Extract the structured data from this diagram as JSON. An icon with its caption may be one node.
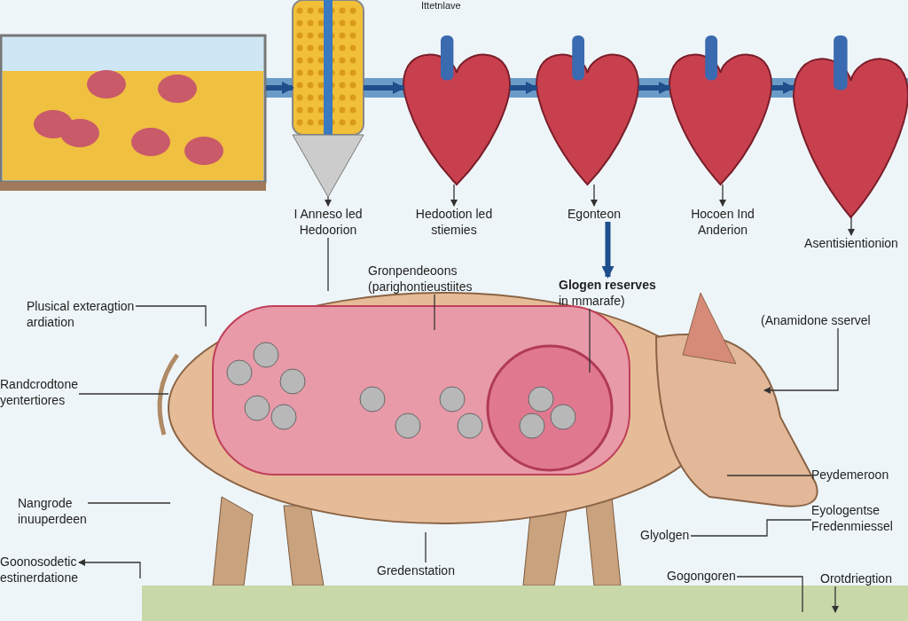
{
  "diagram": {
    "nodes": [
      {
        "text": [],
        "shape": "picture"
      },
      {
        "text": [],
        "shape": "picture"
      },
      {
        "text": [],
        "shape": "picture"
      },
      {
        "text": [],
        "shape": "picture"
      },
      {
        "text": [],
        "shape": "picture"
      },
      {
        "text": [],
        "shape": "picture"
      },
      {
        "text": [
          "I Anneso led Hedoorion"
        ]
      },
      {
        "text": [
          "Hedootion led stiemies"
        ]
      },
      {
        "text": [
          "Egonteon"
        ]
      },
      {
        "text": [
          "Hocoen Ind Anderion"
        ]
      },
      {
        "text": [
          "Asentisientionion"
        ]
      },
      {
        "text": [
          "Gronpendeoons (parighontieustiites"
        ]
      },
      {
        "text": [
          "**Glogen reserves** in mmarafe)"
        ]
      },
      {
        "text": [
          "Plusical exteragtion ardiation"
        ]
      },
      {
        "text": [
          "Randcrodtone yentertiores"
        ]
      },
      {
        "text": [
          "(Anamidone sservel"
        ]
      },
      {
        "text": [
          "Peydemeroon"
        ]
      },
      {
        "text": [
          "Eyologentse Fredenmiessel"
        ]
      },
      {
        "text": [
          "Glyolgen"
        ]
      },
      {
        "text": [
          "Nangrode inuuperdeen"
        ]
      },
      {
        "text": [
          "Goonosodetic estinerdatione"
        ]
      },
      {
        "text": [
          "Gredenstation"
        ]
      },
      {
        "text": [
          "Gogongoren"
        ]
      },
      {
        "text": [
          "Orotdriegtion"
        ]
      }
    ],
    "edges": [
      {
        "from": 0,
        "to": 1,
        "arrow": "to",
        "style": "thick",
        "color": "#1f4e8c"
      },
      {
        "from": 1,
        "to": 2,
        "arrow": "to",
        "style": "thick",
        "color": "#1f4e8c"
      },
      {
        "from": 2,
        "to": 3,
        "arrow": "to",
        "style": "thick",
        "color": "#1f4e8c"
      },
      {
        "from": 3,
        "to": 4,
        "arrow": "to",
        "style": "thick",
        "color": "#1f4e8c"
      },
      {
        "from": 4,
        "to": 5,
        "arrow": "to",
        "style": "thick",
        "color": "#1f4e8c"
      },
      {
        "from": 1,
        "to": 6,
        "arrow": "to"
      },
      {
        "from": 2,
        "to": 7,
        "arrow": "to"
      },
      {
        "from": 3,
        "to": 8,
        "arrow": "to"
      },
      {
        "from": 4,
        "to": 9,
        "arrow": "to"
      },
      {
        "from": 5,
        "to": 10,
        "arrow": "to"
      },
      {
        "from": 8,
        "to": 12,
        "arrow": "to",
        "style": "thick",
        "color": "#1f4e8c"
      },
      {
        "from": 6,
        "to": null,
        "arrow": "none"
      },
      {
        "from": 11,
        "to": null,
        "arrow": "none"
      },
      {
        "from": 12,
        "to": null,
        "arrow": "none"
      },
      {
        "from": 13,
        "to": null,
        "arrow": "none"
      },
      {
        "from": 14,
        "to": null,
        "arrow": "none"
      },
      {
        "from": 15,
        "to": null,
        "arrow": "to"
      },
      {
        "from": 16,
        "to": null,
        "arrow": "none"
      },
      {
        "from": 18,
        "to": 17,
        "arrow": "none"
      },
      {
        "from": 19,
        "to": null,
        "arrow": "none"
      },
      {
        "from": null,
        "to": 20,
        "arrow": "to"
      },
      {
        "from": 21,
        "to": null,
        "arrow": "none"
      },
      {
        "from": 22,
        "to": null,
        "arrow": "none"
      },
      {
        "from": 23,
        "to": null,
        "arrow": "to"
      }
    ],
    "labels": [
      "Ittetnlave"
    ]
  }
}
